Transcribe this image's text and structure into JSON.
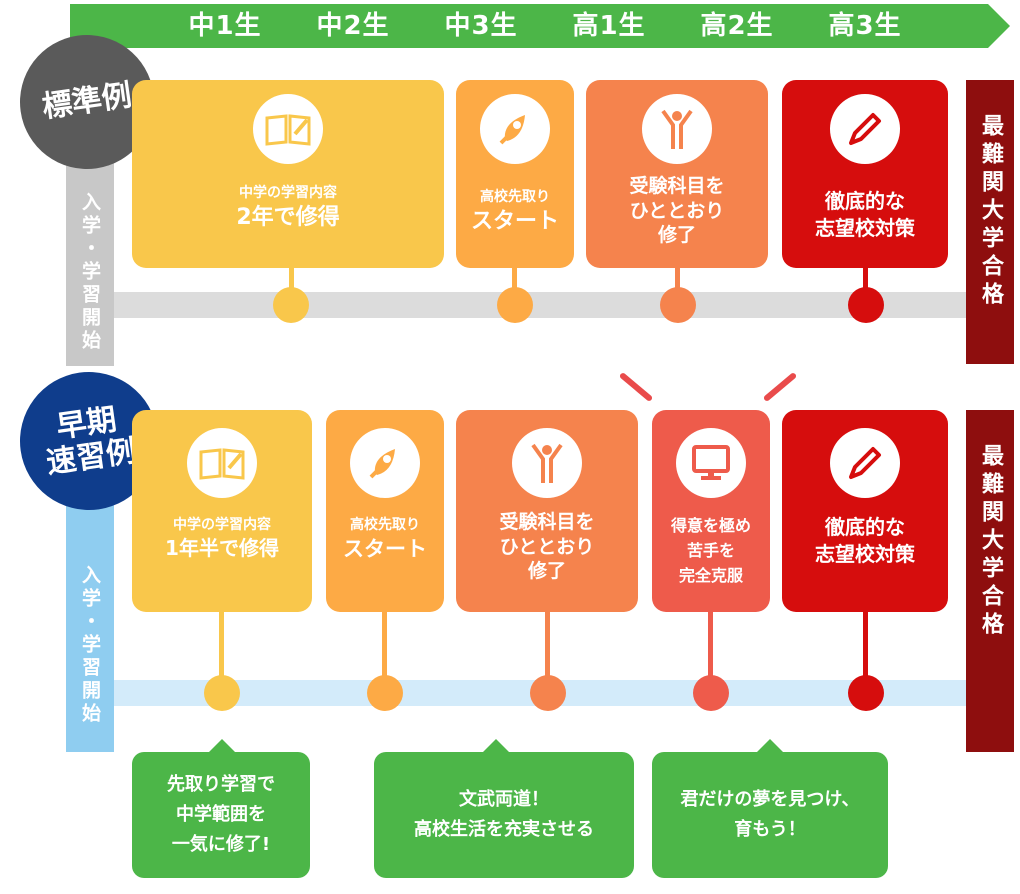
{
  "grades": [
    "中1生",
    "中2生",
    "中3生",
    "高1生",
    "高2生",
    "高3生"
  ],
  "colors": {
    "green": "#4cb648",
    "yellow": "#f9c74b",
    "light_orange": "#fdaa45",
    "orange": "#f5834d",
    "coral": "#ee5b4b",
    "red": "#d60d0d",
    "dark_red": "#8e0e0e",
    "standard_badge": "#5a5a5a",
    "early_badge": "#0f3d8c",
    "standard_bar": "#c8c8c8",
    "early_bar": "#8fcdf0"
  },
  "standard": {
    "badge": "標準例",
    "start_label": "入学・学習開始",
    "goal": "最難関大学合格",
    "cards": [
      {
        "icon": "book-icon",
        "lines": [
          "中学の学習内容",
          "2年で修得"
        ]
      },
      {
        "icon": "rocket-icon",
        "lines": [
          "高校先取り",
          "スタート"
        ]
      },
      {
        "icon": "person-icon",
        "lines": [
          "受験科目を",
          "ひととおり",
          "修了"
        ]
      },
      {
        "icon": "pencil-icon",
        "lines": [
          "徹底的な",
          "志望校対策"
        ]
      }
    ]
  },
  "early": {
    "badge_line1": "早期",
    "badge_line2": "速習例",
    "start_label": "入学・学習開始",
    "goal": "最難関大学合格",
    "cards": [
      {
        "icon": "book-icon",
        "lines": [
          "中学の学習内容",
          "1年半で修得"
        ]
      },
      {
        "icon": "rocket-icon",
        "lines": [
          "高校先取り",
          "スタート"
        ]
      },
      {
        "icon": "person-icon",
        "lines": [
          "受験科目を",
          "ひととおり",
          "修了"
        ]
      },
      {
        "icon": "monitor-icon",
        "lines": [
          "得意を極め",
          "苦手を",
          "完全克服"
        ]
      },
      {
        "icon": "pencil-icon",
        "lines": [
          "徹底的な",
          "志望校対策"
        ]
      }
    ],
    "notes": [
      [
        "先取り学習で",
        "中学範囲を",
        "一気に修了!"
      ],
      [
        "文武両道！",
        "高校生活を充実させる"
      ],
      [
        "君だけの夢を見つけ、",
        "育もう！"
      ]
    ]
  }
}
